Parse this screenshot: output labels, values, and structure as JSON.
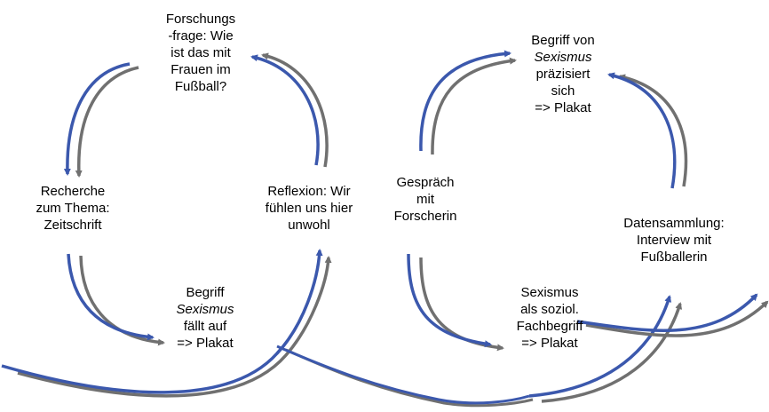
{
  "colors": {
    "blue": "#3b58ad",
    "gray": "#707070",
    "text": "#000000",
    "background": "#ffffff"
  },
  "nodes": {
    "forschungsfrage": [
      "Forschungs",
      "-frage: Wie",
      "ist das mit",
      "Frauen im",
      "Fußball?"
    ],
    "recherche": [
      "Recherche",
      "zum Thema:",
      "Zeitschrift"
    ],
    "begriff_sexismus": {
      "line1": "Begriff",
      "line2_italic": "Sexismus",
      "line3": "fällt auf",
      "line4": "=> Plakat"
    },
    "reflexion": [
      "Reflexion: Wir",
      "fühlen uns hier",
      "unwohl"
    ],
    "gespraech": [
      "Gespräch",
      "mit",
      "Forscherin"
    ],
    "begriff_praezisiert": {
      "line1": "Begriff von",
      "line2_italic": "Sexismus",
      "line3": "präzisiert",
      "line4": "sich",
      "line5": "=> Plakat"
    },
    "datensammlung": [
      "Datensammlung:",
      "Interview mit",
      "Fußballerin"
    ],
    "fachbegriff": [
      "Sexismus",
      "als soziol.",
      "Fachbegriff",
      "=> Plakat"
    ]
  }
}
